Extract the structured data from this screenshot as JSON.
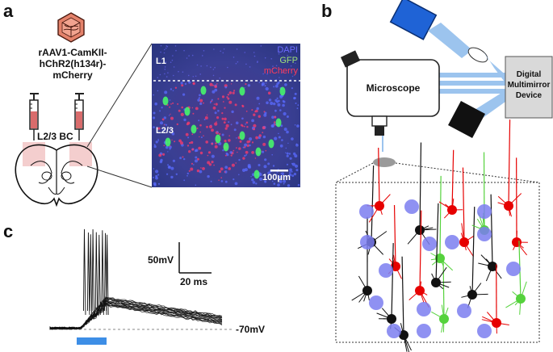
{
  "panels": {
    "a": "a",
    "b": "b",
    "c": "c"
  },
  "panel_a": {
    "virus_label": [
      "rAAV1-CamKII-",
      "hChR2(h134r)-",
      "mCherry"
    ],
    "region_label": "L2/3 BC",
    "micrograph": {
      "layer_top": "L1",
      "layer_mid": "L2/3",
      "legend": [
        {
          "text": "DAPI",
          "color": "#6b6bff"
        },
        {
          "text": "GFP",
          "color": "#9ee07a"
        },
        {
          "text": "mCherry",
          "color": "#ff3b5a"
        }
      ],
      "scale_bar": "100μm"
    }
  },
  "panel_b": {
    "microscope_label": "Microscope",
    "dmd_label": [
      "Digital",
      "Multimirror",
      "Device"
    ]
  },
  "panel_c": {
    "voltage_scale": "50mV",
    "time_scale": "20 ms",
    "baseline_label": "-70mV",
    "stimulus_color": "#3d8ee6"
  },
  "colors": {
    "led_blue": "#1f63d6",
    "light_path": "#9cc4ee",
    "dmd_gray": "#d9d9d9",
    "neuron_red": "#e60000",
    "neuron_green": "#55d23c",
    "nucleus_blue": "#7b7ef0"
  }
}
